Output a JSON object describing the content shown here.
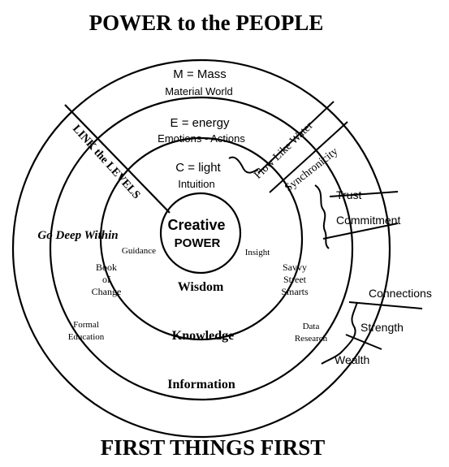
{
  "title": "POWER to the PEOPLE",
  "footer": "FIRST THINGS FIRST",
  "rings": {
    "outer_top_1": "M = Mass",
    "outer_top_2": "Material World",
    "middle_top_1": "E = energy",
    "middle_top_2": "Emotions - Actions",
    "inner_top_1": "C = light",
    "inner_top_2": "Intuition",
    "core_1": "Creative",
    "core_2": "POWER"
  },
  "layers": {
    "wisdom": "Wisdom",
    "knowledge": "Knowledge",
    "information": "Information"
  },
  "left_labels": {
    "link": "LINK the LEVELS",
    "go_deep": "Go Deep Within",
    "guidance": "Guidance",
    "book_1": "Book",
    "book_2": "of",
    "book_3": "Change",
    "formal_1": "Formal",
    "formal_2": "Education"
  },
  "right_labels": {
    "flow": "Flow Like Water",
    "synchronicity": "Synchronicity",
    "insight": "Insight",
    "savvy_1": "Savvy",
    "savvy_2": "Street",
    "savvy_3": "Smarts",
    "data_1": "Data",
    "data_2": "Research",
    "trust": "Trust",
    "commitment": "Commitment",
    "connections": "Connections",
    "strength": "Strength",
    "wealth": "Wealth"
  },
  "colors": {
    "ink": "#000000",
    "background": "#ffffff"
  }
}
